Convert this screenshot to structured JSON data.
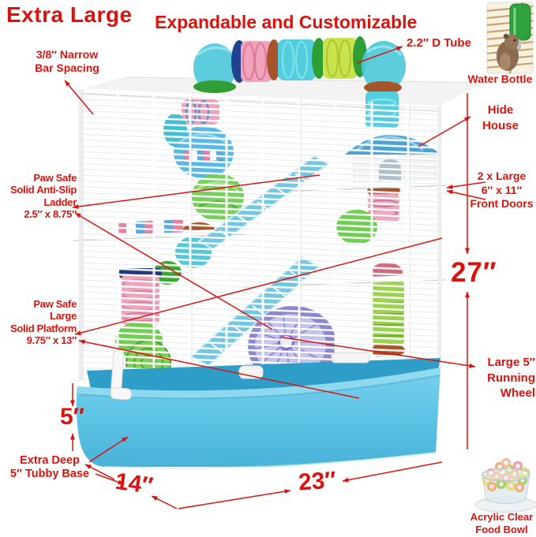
{
  "colors": {
    "annotation_red": "#d9140f",
    "base_blue": "#5fc3e8",
    "base_blue_dark": "#2e9ec8",
    "roof_white": "#f3f3f3",
    "house_roof_blue": "#4aa3d4",
    "wheel_purple": "#8b87cf",
    "wheel_fan_purple": "#c6c3ec",
    "tube_teal": "#4fc9db",
    "tube_pink": "#f2a3bc",
    "tube_green": "#7ed04e",
    "tube_yellow": "#c9e34e",
    "ring_dark_blue": "#22418f",
    "ring_brown": "#a8542a",
    "ring_green": "#2f9e35"
  },
  "labels": {
    "extra_large": "Extra Large",
    "headline": "Expandable and Customizable",
    "bar_spacing": "3/8″ Narrow\nBar Spacing",
    "d_tube": "2.2″ D Tube",
    "water_bottle": "Water Bottle",
    "hide_house": "Hide\nHouse",
    "front_doors": "2 x Large\n6″ x 11″\nFront Doors",
    "height": "27″",
    "ladder": "Paw Safe\nSolid Anti-Slip\nLadder\n2.5″ x 8.75″",
    "platform": "Paw Safe\nLarge\nSolid Platform\n9.75″ x 13″",
    "running_wheel": "Large 5″\nRunning\nWheel",
    "base_depth": "5″",
    "tubby_base": "Extra Deep\n5″ Tubby Base",
    "base_width": "23″",
    "base_length": "14″",
    "food_bowl": "Acrylic  Clear\nFood  Bowl"
  }
}
